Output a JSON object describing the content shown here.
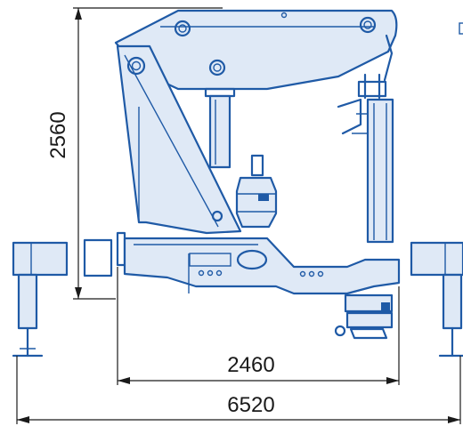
{
  "dimensions": {
    "height": "2560",
    "frame_width": "2460",
    "outrigger_span": "6520"
  }
}
